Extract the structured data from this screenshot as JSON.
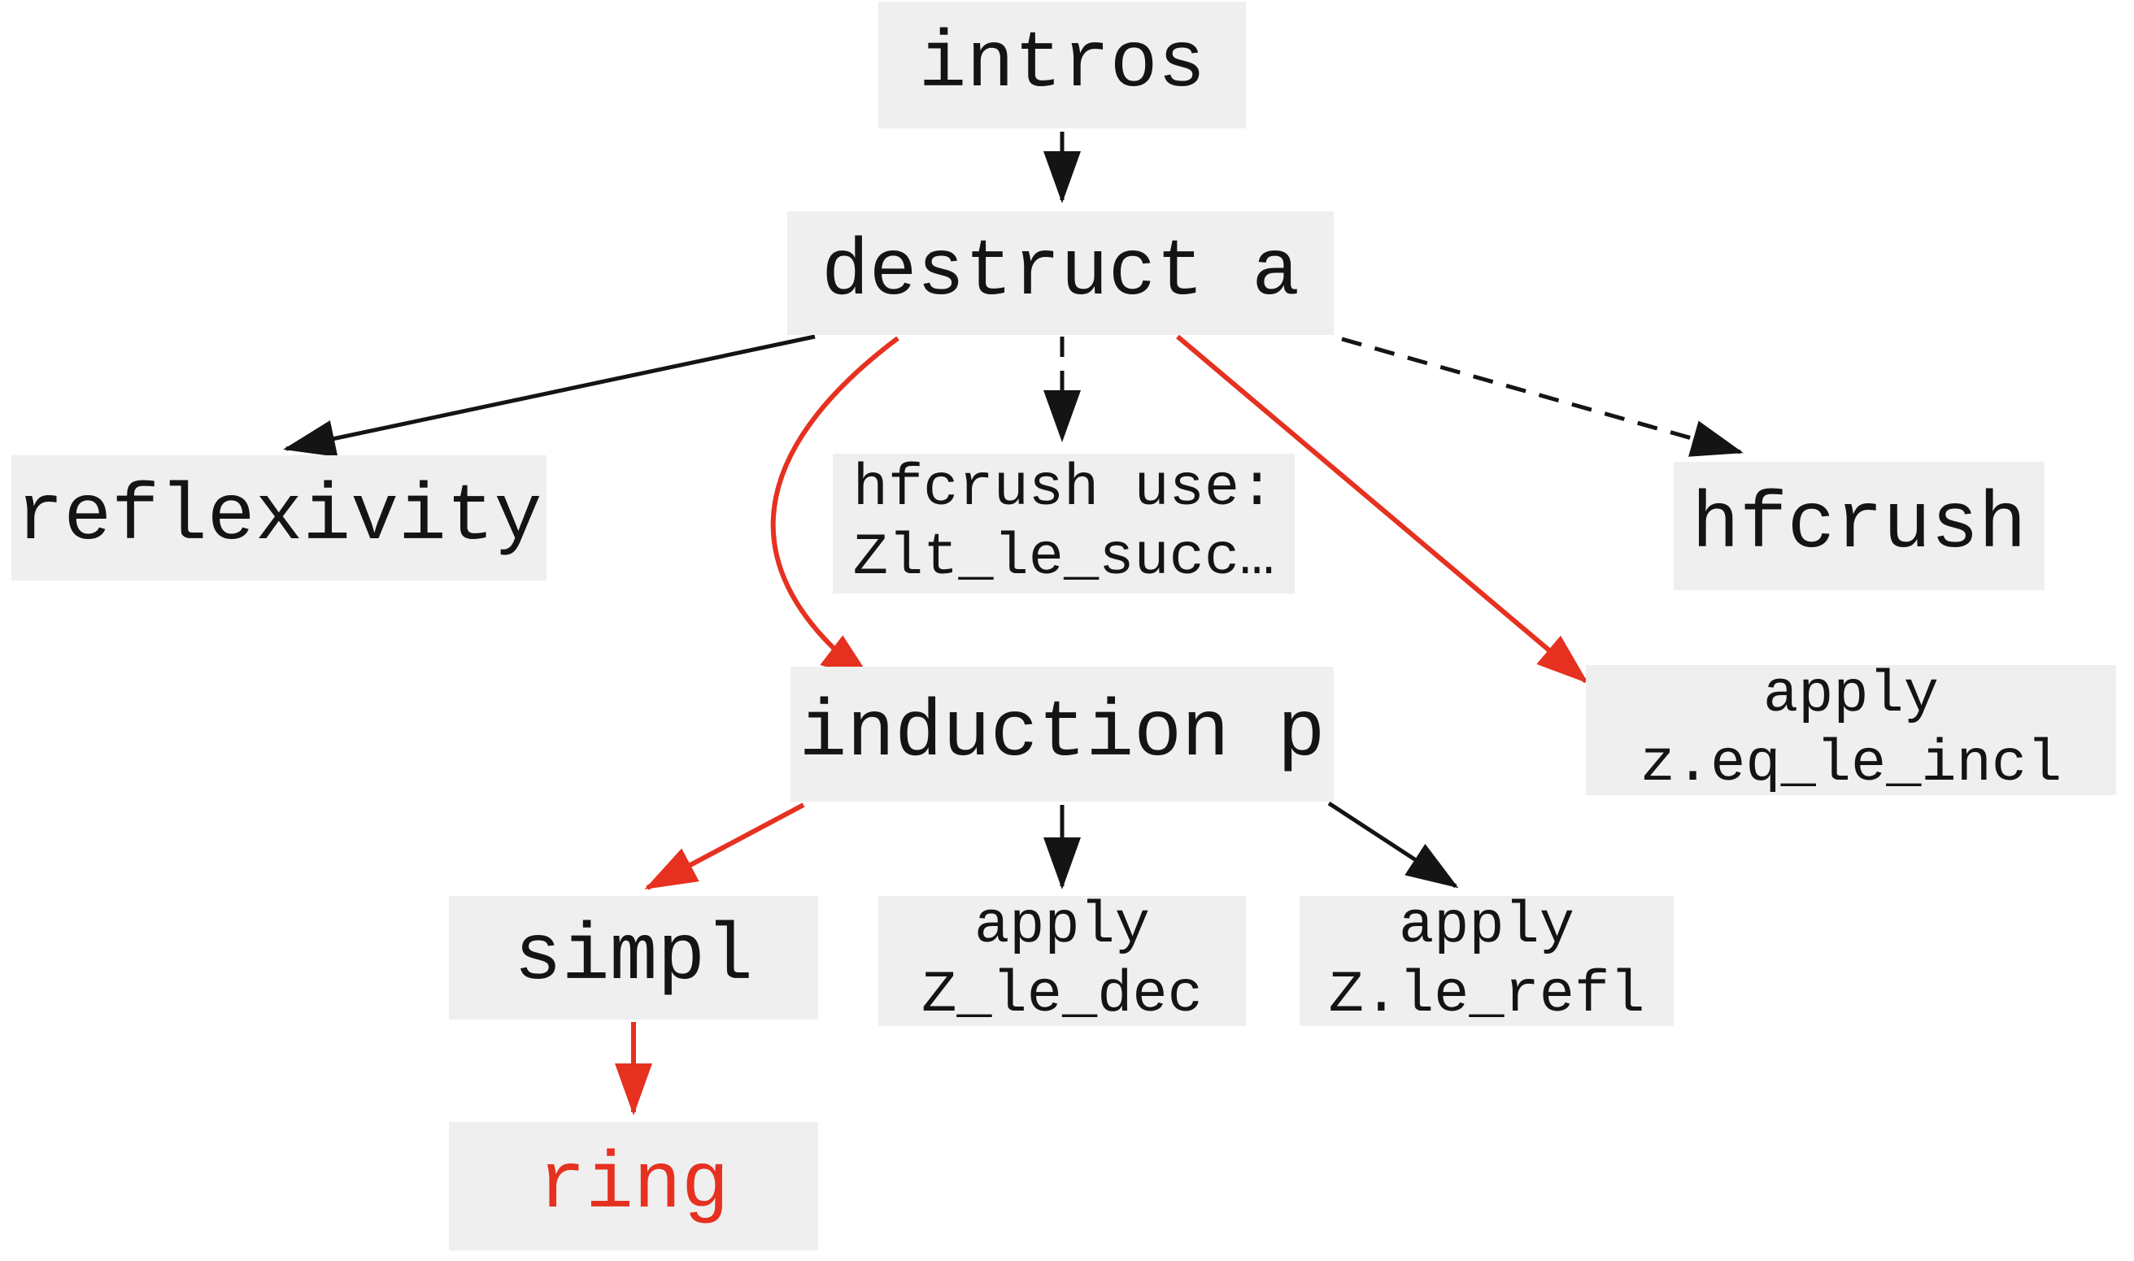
{
  "colors": {
    "page_bg": "#ffffff",
    "node_bg": "#efefef",
    "ink": "#141414",
    "accent": "#e63120"
  },
  "nodes": {
    "intros": {
      "label": "intros"
    },
    "destruct_a": {
      "label": "destruct a"
    },
    "reflexivity": {
      "label": "reflexivity"
    },
    "hfcrush_use": {
      "line1": "hfcrush use:",
      "line2": "Zlt_le_succ…"
    },
    "hfcrush": {
      "label": "hfcrush"
    },
    "induction_p": {
      "label": "induction p"
    },
    "apply_zeq_le_incl": {
      "line1": "apply",
      "line2": "z.eq_le_incl"
    },
    "simpl": {
      "label": "simpl"
    },
    "apply_z_le_dec": {
      "line1": "apply",
      "line2": "Z_le_dec"
    },
    "apply_z_le_refl": {
      "line1": "apply",
      "line2": "Z.le_refl"
    },
    "ring": {
      "label": "ring",
      "text_color": "accent"
    }
  },
  "edges": [
    {
      "from": "intros",
      "to": "destruct_a",
      "style": "solid",
      "color": "black"
    },
    {
      "from": "destruct_a",
      "to": "reflexivity",
      "style": "solid",
      "color": "black"
    },
    {
      "from": "destruct_a",
      "to": "hfcrush_use",
      "style": "dashed",
      "color": "black"
    },
    {
      "from": "destruct_a",
      "to": "hfcrush",
      "style": "dashed",
      "color": "black"
    },
    {
      "from": "destruct_a",
      "to": "induction_p",
      "style": "solid-curved",
      "color": "red"
    },
    {
      "from": "destruct_a",
      "to": "apply_zeq_le_incl",
      "style": "solid",
      "color": "red"
    },
    {
      "from": "induction_p",
      "to": "simpl",
      "style": "solid",
      "color": "red"
    },
    {
      "from": "induction_p",
      "to": "apply_z_le_dec",
      "style": "solid",
      "color": "black"
    },
    {
      "from": "induction_p",
      "to": "apply_z_le_refl",
      "style": "solid",
      "color": "black"
    },
    {
      "from": "simpl",
      "to": "ring",
      "style": "solid",
      "color": "red"
    }
  ]
}
